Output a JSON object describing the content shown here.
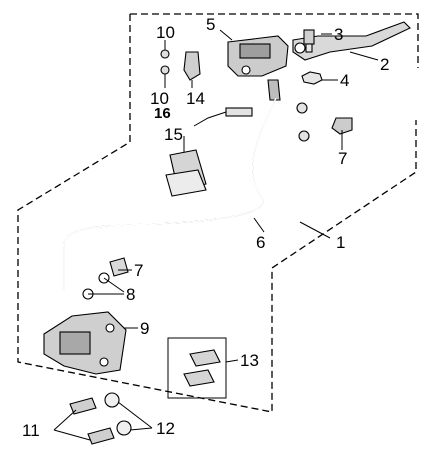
{
  "figure_type": "exploded parts diagram",
  "subject": "hydraulic brake assembly (master cylinder, lever, hose, caliper, pads)",
  "callouts": [
    {
      "id": "c1",
      "text": "1",
      "part": "brake assembly outline"
    },
    {
      "id": "c2",
      "text": "2",
      "part": "brake lever"
    },
    {
      "id": "c3",
      "text": "3",
      "part": "lever pivot bolt"
    },
    {
      "id": "c4",
      "text": "4",
      "part": "nut"
    },
    {
      "id": "c5",
      "text": "5",
      "part": "master cylinder"
    },
    {
      "id": "c6",
      "text": "6",
      "part": "brake hose"
    },
    {
      "id": "c7a",
      "text": "7",
      "part": "banjo bolt"
    },
    {
      "id": "c7b",
      "text": "7",
      "part": "banjo bolt"
    },
    {
      "id": "c8",
      "text": "8",
      "part": "sealing washers"
    },
    {
      "id": "c9",
      "text": "9",
      "part": "brake caliper"
    },
    {
      "id": "c10a",
      "text": "10",
      "part": "screw"
    },
    {
      "id": "c10b",
      "text": "10",
      "part": "screw"
    },
    {
      "id": "c11",
      "text": "11",
      "part": "caliper mounting bolts"
    },
    {
      "id": "c12",
      "text": "12",
      "part": "washers"
    },
    {
      "id": "c13",
      "text": "13",
      "part": "brake pads"
    },
    {
      "id": "c14",
      "text": "14",
      "part": "clamp"
    },
    {
      "id": "c15",
      "text": "15",
      "part": "reservoir cap / diaphragm"
    },
    {
      "id": "c16",
      "text": "16",
      "part": "brake light switch"
    }
  ]
}
